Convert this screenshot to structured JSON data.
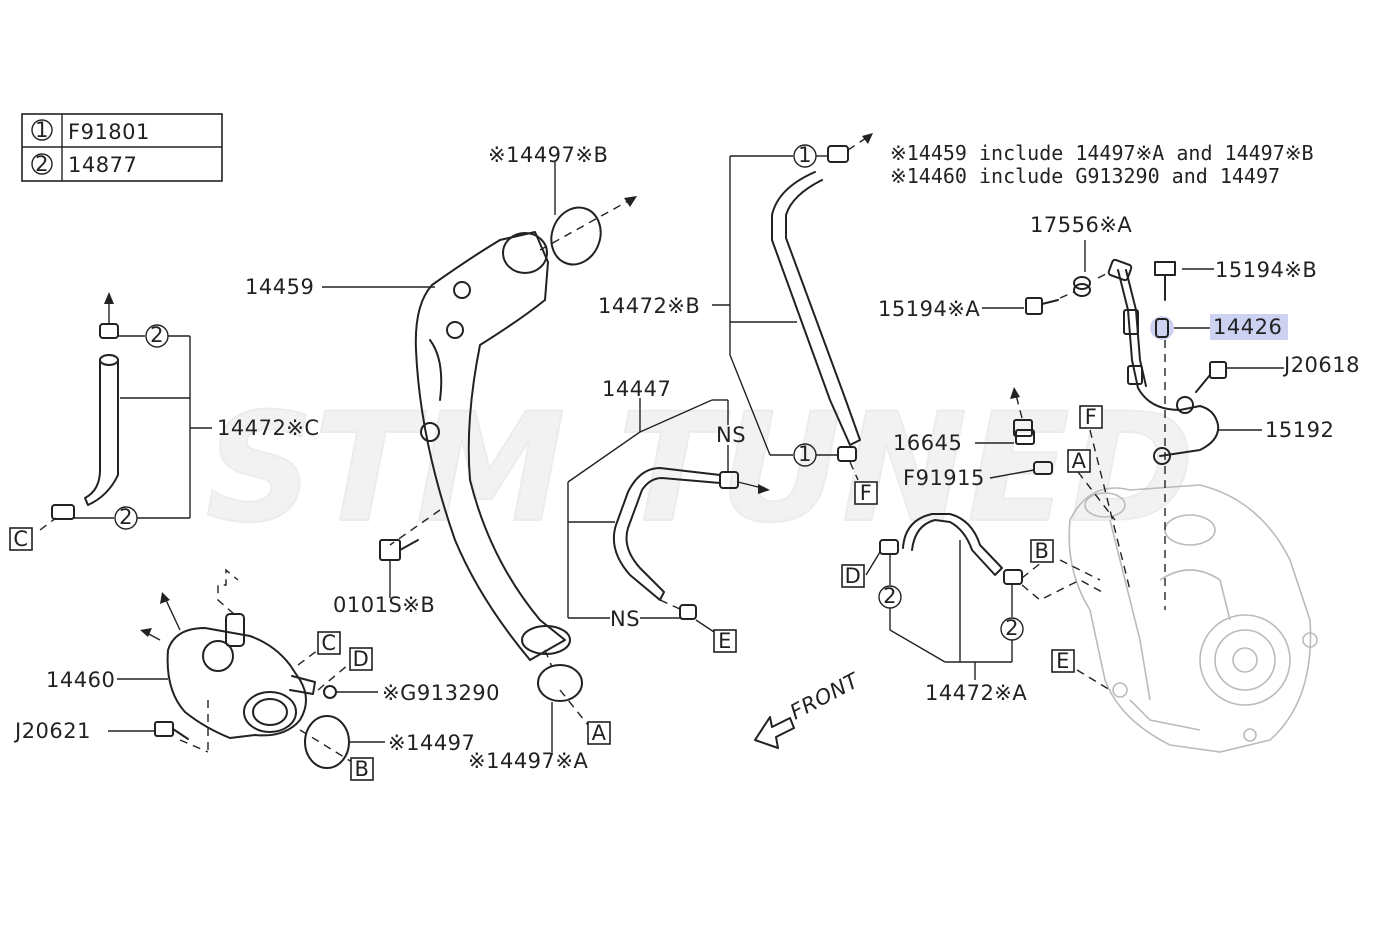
{
  "legend": {
    "rows": [
      {
        "symbol": "1",
        "part": "F91801"
      },
      {
        "symbol": "2",
        "part": "14877"
      }
    ]
  },
  "notes": [
    "※14459 include 14497※A and 14497※B",
    "※14460 include G913290 and 14497"
  ],
  "watermark": "STM TUNED",
  "callouts": {
    "p14459": "14459",
    "p14497B_top": "※14497※B",
    "p14472B": "14472※B",
    "p14472C": "14472※C",
    "p14447": "14447",
    "ns_top": "NS",
    "ns_bottom": "NS",
    "p0101SB": "0101S※B",
    "p14460": "14460",
    "pJ20621": "J20621",
    "pG913290": "※G913290",
    "p14497": "※14497",
    "p14497A": "※14497※A",
    "p17556A": "17556※A",
    "p15194B": "15194※B",
    "p15194A": "15194※A",
    "p14426": "14426",
    "pJ20618": "J20618",
    "p15192": "15192",
    "p16645": "16645",
    "pF91915": "F91915",
    "p14472A": "14472※A"
  },
  "markers": {
    "A": "A",
    "B": "B",
    "C": "C",
    "D": "D",
    "E": "E",
    "F": "F"
  },
  "circled": {
    "one": "1",
    "two": "2"
  },
  "front_label": "FRONT",
  "highlight_color": "#c6caf0"
}
